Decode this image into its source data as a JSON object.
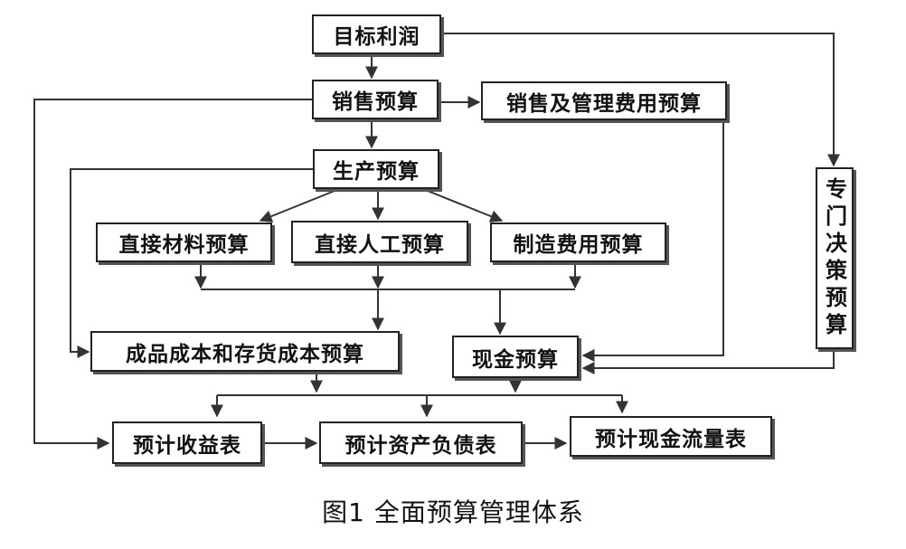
{
  "diagram": {
    "nodes": {
      "target_profit": "目标利润",
      "sales_budget": "销售预算",
      "selling_admin_budget": "销售及管理费用预算",
      "production_budget": "生产预算",
      "special_decision_budget": "专门决策预算",
      "direct_material_budget": "直接材料预算",
      "direct_labor_budget": "直接人工预算",
      "manufacturing_overhead_budget": "制造费用预算",
      "finished_goods_inventory_budget": "成品成本和存货成本预算",
      "cash_budget": "现金预算",
      "projected_income_statement": "预计收益表",
      "projected_balance_sheet": "预计资产负债表",
      "projected_cash_flow_statement": "预计现金流量表"
    },
    "edges": [
      {
        "from": "target_profit",
        "to": "sales_budget"
      },
      {
        "from": "target_profit",
        "to": "special_decision_budget"
      },
      {
        "from": "sales_budget",
        "to": "selling_admin_budget"
      },
      {
        "from": "sales_budget",
        "to": "production_budget"
      },
      {
        "from": "sales_budget",
        "to": "projected_income_statement"
      },
      {
        "from": "production_budget",
        "to": "direct_material_budget"
      },
      {
        "from": "production_budget",
        "to": "direct_labor_budget"
      },
      {
        "from": "production_budget",
        "to": "manufacturing_overhead_budget"
      },
      {
        "from": "production_budget",
        "to": "finished_goods_inventory_budget"
      },
      {
        "from": "direct_material_budget",
        "to": "finished_goods_inventory_budget"
      },
      {
        "from": "direct_labor_budget",
        "to": "finished_goods_inventory_budget"
      },
      {
        "from": "manufacturing_overhead_budget",
        "to": "finished_goods_inventory_budget"
      },
      {
        "from": "direct_material_budget",
        "to": "cash_budget"
      },
      {
        "from": "direct_labor_budget",
        "to": "cash_budget"
      },
      {
        "from": "manufacturing_overhead_budget",
        "to": "cash_budget"
      },
      {
        "from": "selling_admin_budget",
        "to": "cash_budget"
      },
      {
        "from": "special_decision_budget",
        "to": "cash_budget"
      },
      {
        "from": "finished_goods_inventory_budget",
        "to": "projected_income_statement"
      },
      {
        "from": "finished_goods_inventory_budget",
        "to": "projected_balance_sheet"
      },
      {
        "from": "finished_goods_inventory_budget",
        "to": "projected_cash_flow_statement"
      },
      {
        "from": "cash_budget",
        "to": "projected_income_statement"
      },
      {
        "from": "cash_budget",
        "to": "projected_balance_sheet"
      },
      {
        "from": "cash_budget",
        "to": "projected_cash_flow_statement"
      },
      {
        "from": "projected_income_statement",
        "to": "projected_balance_sheet"
      },
      {
        "from": "projected_balance_sheet",
        "to": "projected_cash_flow_statement"
      }
    ],
    "caption": "图1  全面预算管理体系",
    "colors": {
      "line": "#333333",
      "border": "#222222",
      "text": "#111111"
    }
  }
}
